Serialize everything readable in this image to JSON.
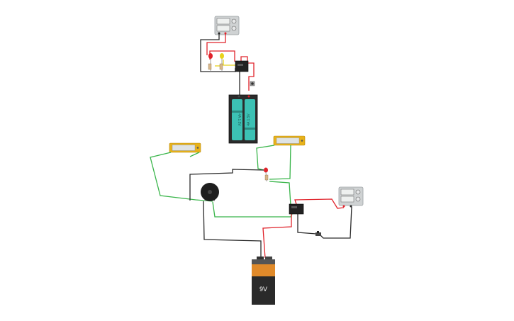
{
  "canvas": {
    "background": "#ffffff"
  },
  "wire_colors": {
    "black": "#2a2a2a",
    "red": "#e0232b",
    "green": "#39b54a",
    "yellow": "#e8d21a"
  },
  "components": {
    "battery_pack": {
      "cell_labels": [
        "4A 1.5V",
        "4A 1.5V"
      ],
      "case_color": "#2b2b2b",
      "cell_color": "#3cc1b4"
    },
    "battery_9v": {
      "label": "9V",
      "top_color": "#e08a2a",
      "body_color": "#2a2a2a"
    },
    "slide_sensor_left": {
      "frame_color": "#e8b21a"
    },
    "slide_sensor_right": {
      "frame_color": "#e8b21a"
    },
    "multimeter_top": {
      "case_color": "#cfd2d3"
    },
    "multimeter_right": {
      "case_color": "#cfd2d3"
    },
    "led_top_red": {
      "color": "#e0232b"
    },
    "led_top_yellow": {
      "color": "#e8d21a"
    },
    "led_mid_red": {
      "color": "#e0232b"
    },
    "buzzer": {
      "color": "#1e1e1e"
    }
  }
}
